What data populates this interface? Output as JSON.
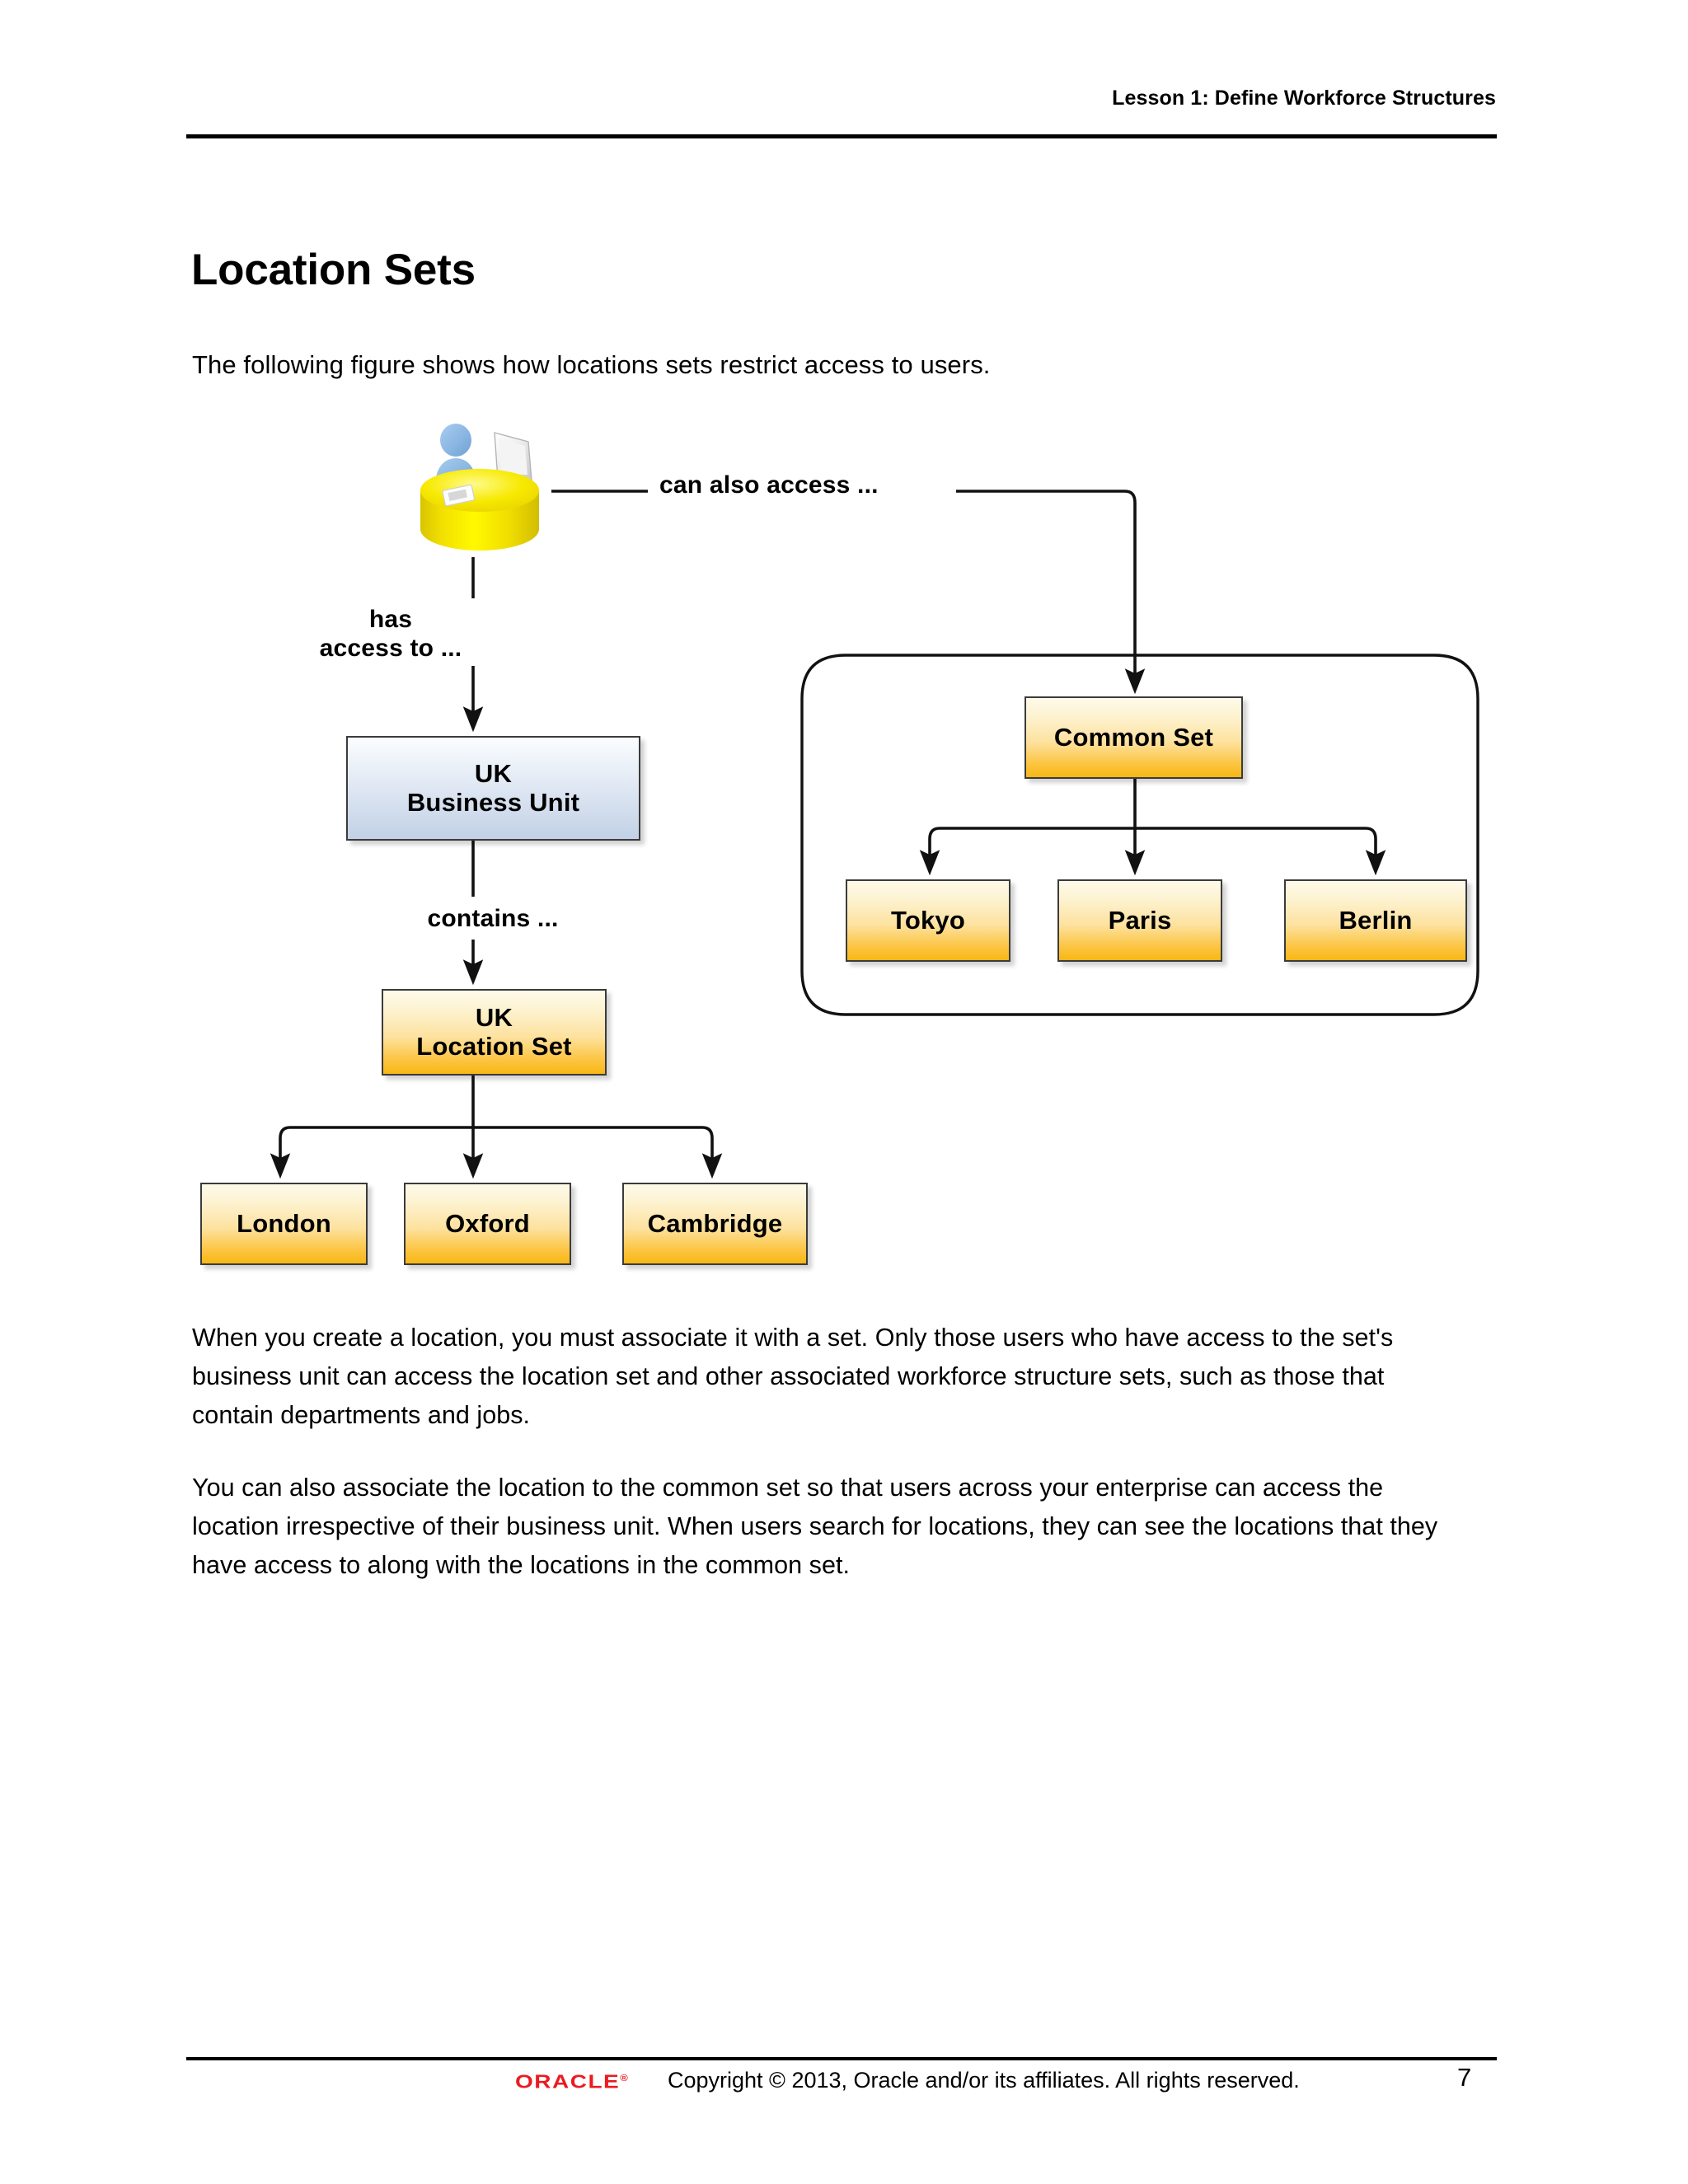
{
  "header": {
    "title": "Lesson 1: Define Workforce Structures"
  },
  "main": {
    "page_title": "Location Sets",
    "intro": "The following figure shows how locations sets restrict access to users.",
    "paragraph_1": "When you create a location, you must associate it with a set. Only those users who have access to the set's business unit can access the location set and other associated workforce structure sets, such as those that contain departments and jobs.",
    "paragraph_2": "You can also associate the location to the common set so that users across your enterprise can access the location irrespective of their business unit. When users search for locations, they can see the locations that they have access to along with the locations in the common set."
  },
  "diagram": {
    "actor": {
      "icon": "user-at-desk-icon"
    },
    "labels": {
      "can_also_access": "can also access ...",
      "has_access_to_line1": "has",
      "has_access_to_line2": "access to ...",
      "contains": "contains ..."
    },
    "nodes": {
      "uk_business_unit_line1": "UK",
      "uk_business_unit_line2": "Business Unit",
      "uk_location_set_line1": "UK",
      "uk_location_set_line2": "Location Set",
      "london": "London",
      "oxford": "Oxford",
      "cambridge": "Cambridge",
      "common_set": "Common Set",
      "tokyo": "Tokyo",
      "paris": "Paris",
      "berlin": "Berlin"
    },
    "colors": {
      "amber_top": "#fefaea",
      "amber_bottom": "#f8b714",
      "blue_top": "#fbfdff",
      "blue_bottom": "#c2d1e6",
      "border": "#3b3b3b",
      "cylinder": "#f5e400",
      "person": "#8cb8e0"
    }
  },
  "footer": {
    "logo": "ORACLE",
    "copyright": "Copyright © 2013, Oracle and/or its affiliates. All rights reserved.",
    "page_number": "7"
  }
}
